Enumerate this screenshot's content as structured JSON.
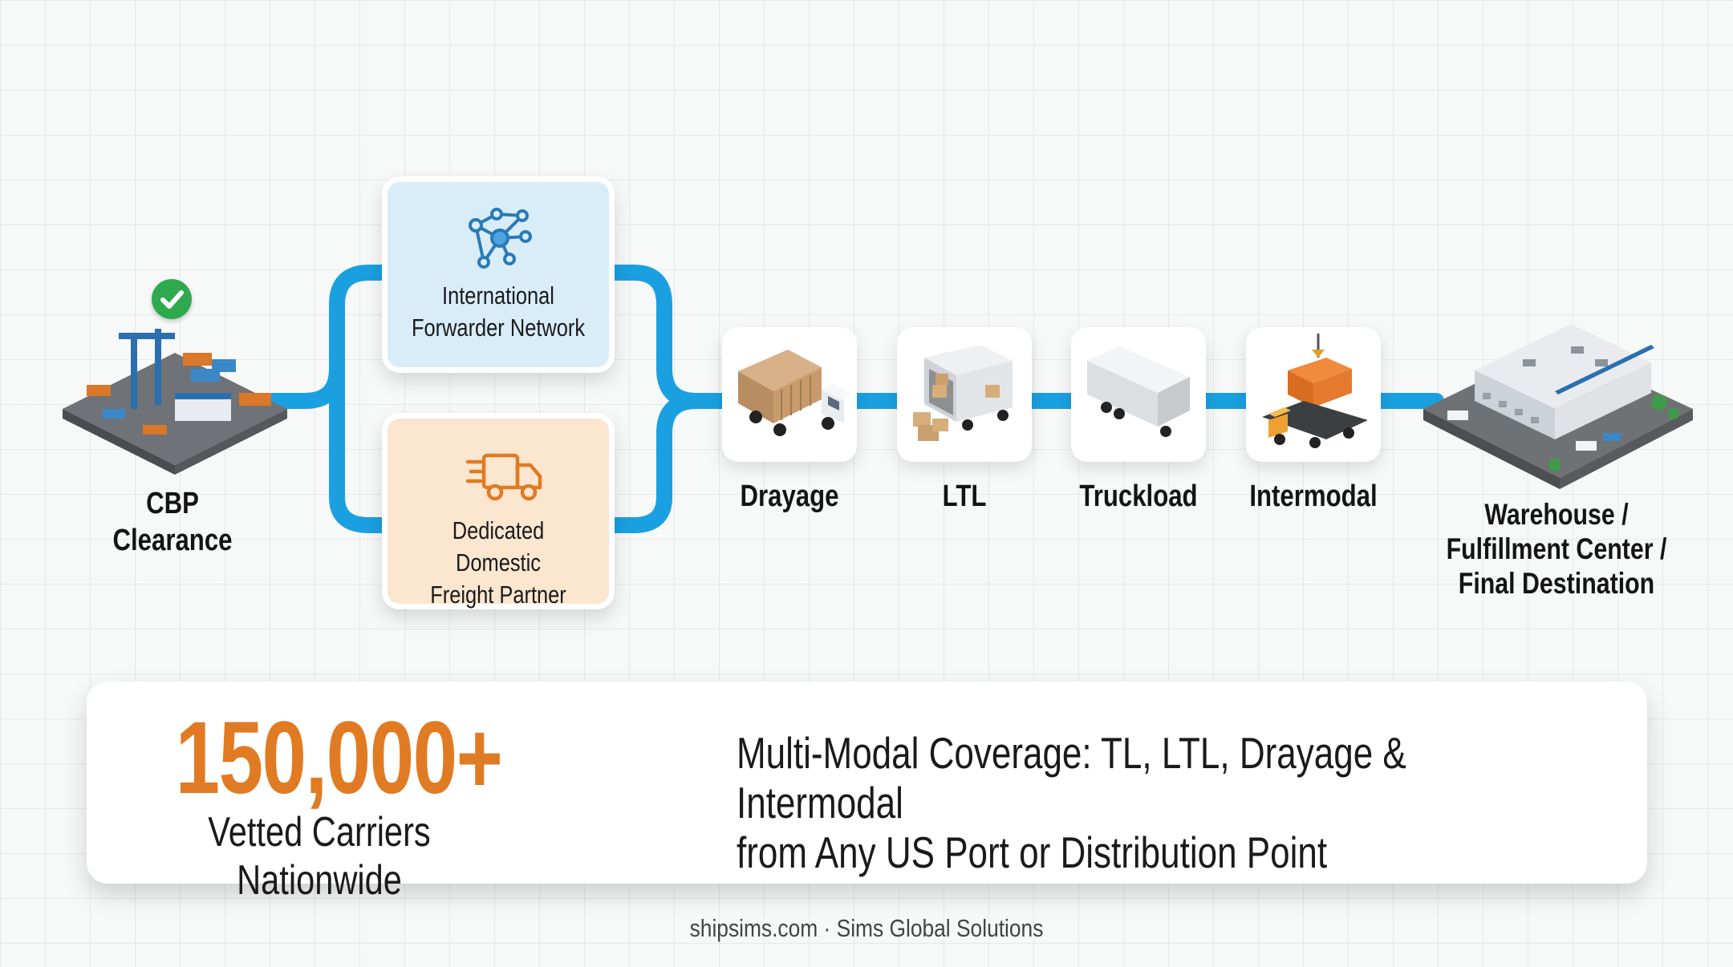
{
  "nodes": {
    "origin": "CBP Clearance",
    "international": "International\nForwarder Network",
    "domestic": "Dedicated Domestic\nFreight Partner",
    "drayage": "Drayage",
    "ltl": "LTL",
    "truckload": "Truckload",
    "intermodal": "Intermodal",
    "destination": "Warehouse /\nFulfillment Center /\nFinal Destination"
  },
  "stats": {
    "number": "150,000+",
    "caption": "Vetted Carriers Nationwide",
    "coverage": "Multi-Modal Coverage: TL, LTL, Drayage & Intermodal\nfrom Any US Port or Distribution Point"
  },
  "footer": "shipsims.com · Sims Global Solutions",
  "colors": {
    "connector": "#1aa0e0",
    "accent": "#e07b23",
    "international_bg": "#d9edf9",
    "domestic_bg": "#fbe6d0",
    "check": "#2fa94e"
  },
  "icons": {
    "origin": "port-terminal-icon",
    "international": "network-icon",
    "domestic": "fast-truck-icon",
    "drayage": "container-truck-icon",
    "ltl": "ltl-truck-icon",
    "truckload": "box-trailer-icon",
    "intermodal": "crane-container-icon",
    "destination": "warehouse-icon",
    "status": "check-icon"
  }
}
